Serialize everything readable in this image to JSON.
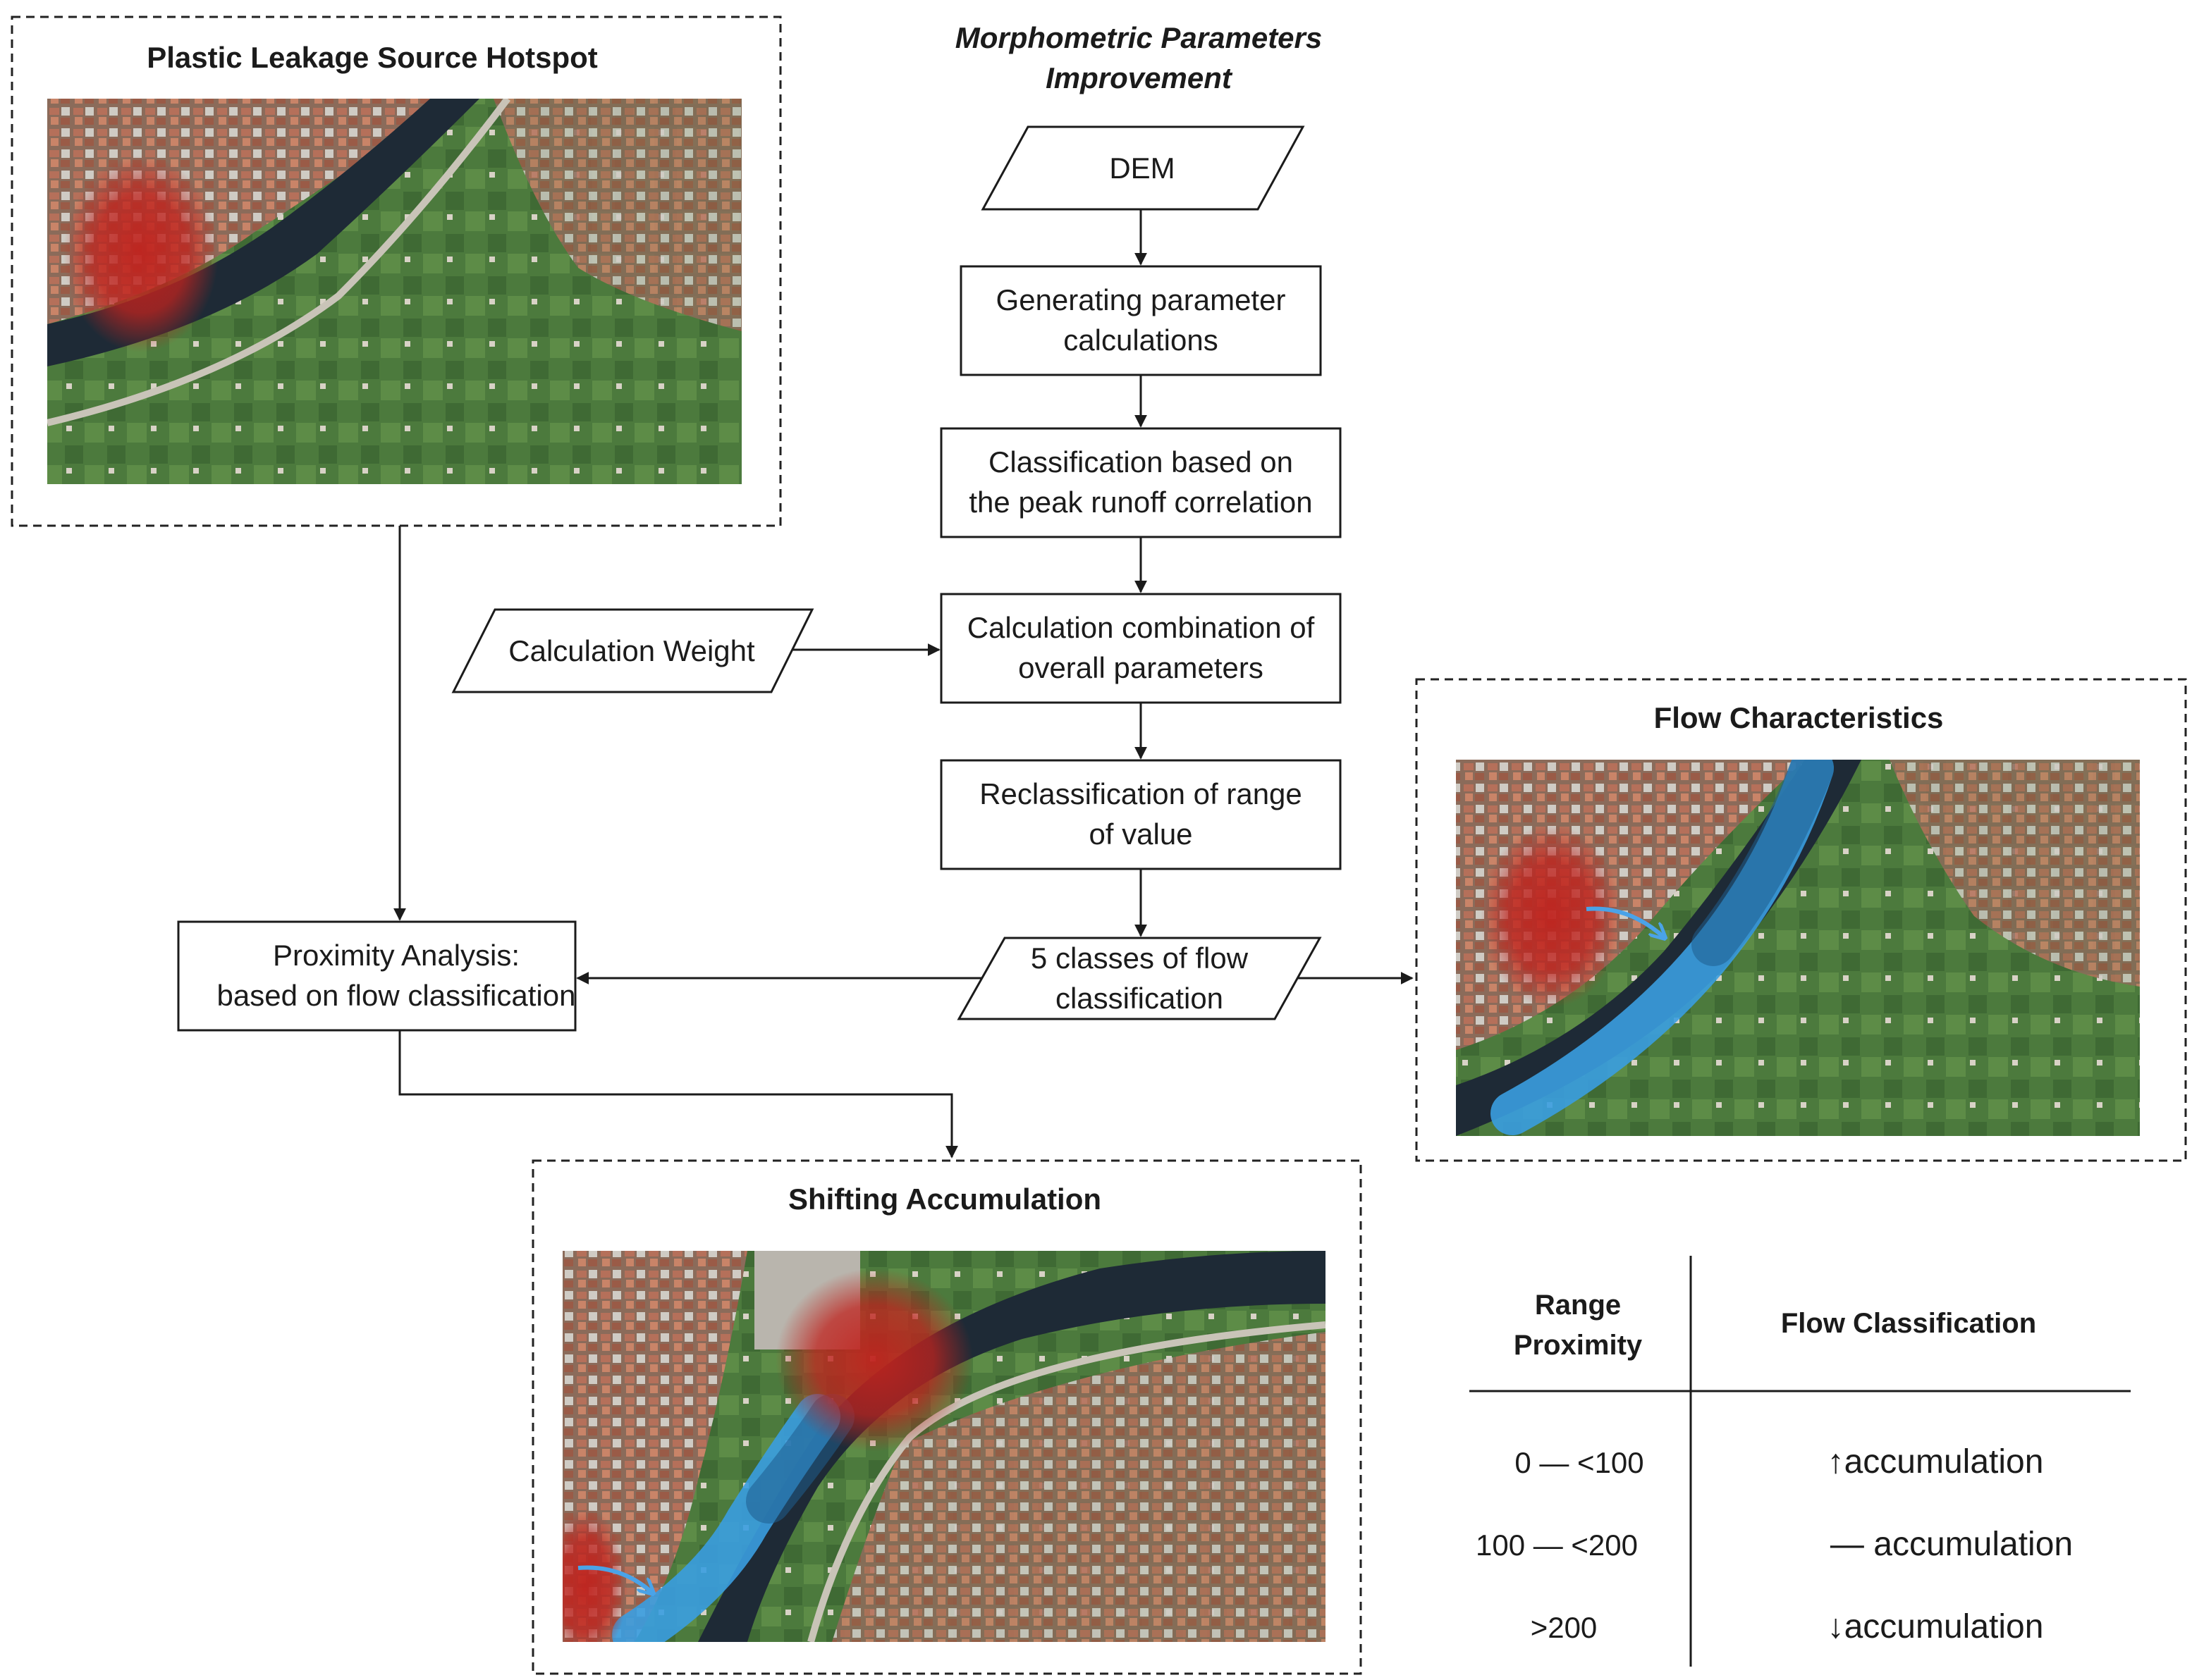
{
  "panels": {
    "hotspot_title": "Plastic Leakage Source Hotspot",
    "flow_title": "Flow Characteristics",
    "shifting_title": "Shifting Accumulation"
  },
  "flowchart": {
    "title_line1": "Morphometric Parameters",
    "title_line2": "Improvement",
    "dem": "DEM",
    "step1_line1": "Generating parameter",
    "step1_line2": "calculations",
    "step2_line1": "Classification based on",
    "step2_line2": "the peak runoff correlation",
    "weight": "Calculation Weight",
    "step3_line1": "Calculation combination of",
    "step3_line2": "overall parameters",
    "step4_line1": "Reclassification of range",
    "step4_line2": "of value",
    "output_line1": "5 classes of flow",
    "output_line2": "classification",
    "proximity_line1": "Proximity Analysis:",
    "proximity_line2": "based on flow classification"
  },
  "legend_table": {
    "header_range_line1": "Range",
    "header_range_line2": "Proximity",
    "header_flow": "Flow Classification",
    "rows": [
      {
        "range": "0 — <100",
        "flow": "↑accumulation"
      },
      {
        "range": "100 — <200",
        "flow": "— accumulation"
      },
      {
        "range": ">200",
        "flow": "↓accumulation"
      }
    ]
  },
  "colors": {
    "river": "#1e2a36",
    "vegetation": "#3d6b34",
    "urban": "#a8705a",
    "hotspot": "#c0231e",
    "flow": "#3a9de0",
    "arrow": "#4aa3e8"
  }
}
